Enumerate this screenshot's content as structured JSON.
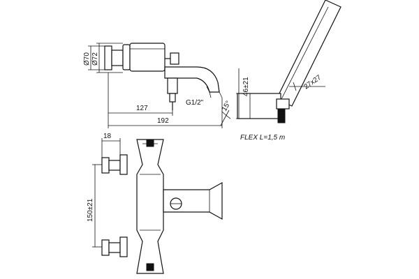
{
  "dimensions": {
    "d70": "Ø70",
    "d72": "Ø72",
    "len127": "127",
    "len192": "192",
    "thread": "G1/2\"",
    "h46": "46±21",
    "sq27": "27x27",
    "angle15": "15°",
    "w18": "18",
    "c150": "150±21"
  },
  "flex_label": "FLEX L=1,5 m"
}
